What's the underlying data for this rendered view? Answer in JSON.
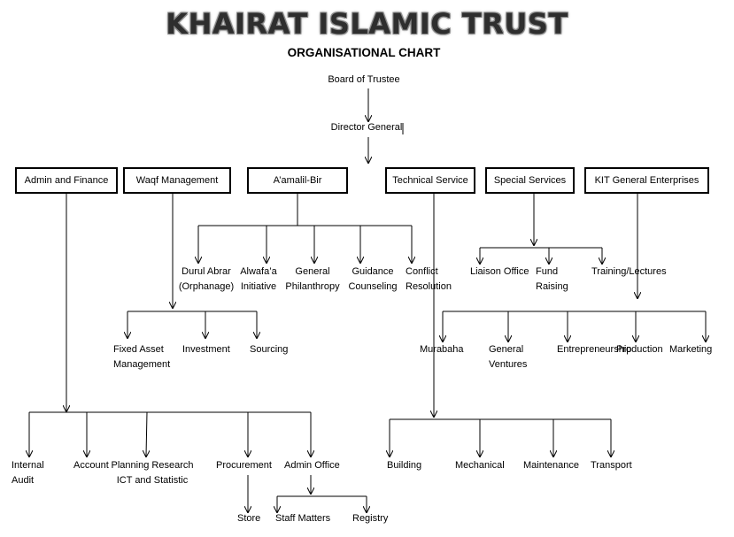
{
  "header": {
    "title": "KHAIRAT ISLAMIC TRUST",
    "subtitle": "ORGANISATIONAL CHART"
  },
  "top": {
    "board": "Board of Trustee",
    "director": "Director General"
  },
  "departments": {
    "admin": "Admin and Finance",
    "waqf": "Waqf Management",
    "amalil": "A’amalil-Bir",
    "technical": "Technical Service",
    "special": "Special Services",
    "kit": "KIT General Enterprises"
  },
  "amalil_units": {
    "durul_1": "Durul Abrar",
    "durul_2": "(Orphanage)",
    "alwafa_1": "Alwafa’a",
    "alwafa_2": "Initiative",
    "general_1": "General",
    "general_2": "Philanthropy",
    "guidance_1": "Guidance",
    "guidance_2": "Counseling",
    "conflict_1": "Conflict",
    "conflict_2": "Resolution"
  },
  "special_units": {
    "liaison": "Liaison Office",
    "fund_1": "Fund",
    "fund_2": "Raising",
    "training": "Training/Lectures"
  },
  "waqf_units": {
    "fixed_1": "Fixed Asset",
    "fixed_2": "Management",
    "investment": "Investment",
    "sourcing": "Sourcing"
  },
  "kit_units": {
    "murabaha": "Murabaha",
    "ventures_1": "General",
    "ventures_2": "Ventures",
    "entrepreneurship": "Entrepreneurship",
    "production": "Production",
    "marketing": "Marketing"
  },
  "admin_units": {
    "internal_1": "Internal",
    "internal_2": "Audit",
    "account": "Account",
    "planning_1": "Planning Research",
    "planning_2": "ICT and Statistic",
    "procurement": "Procurement",
    "admin_office": "Admin Office"
  },
  "admin_office_units": {
    "store": "Store",
    "staff": "Staff Matters",
    "registry": "Registry"
  },
  "technical_units": {
    "building": "Building",
    "mechanical": "Mechanical",
    "maintenance": "Maintenance",
    "transport": "Transport"
  }
}
